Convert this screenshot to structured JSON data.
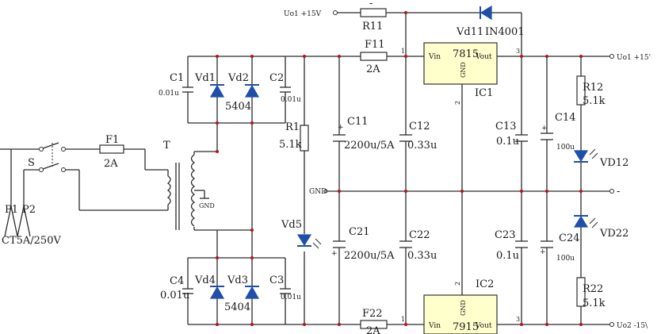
{
  "labels": {
    "uo1_in": "Uo1 +15V",
    "r11": "R11",
    "vd11": "Vd11",
    "vd11_part": "IN4001",
    "f11": "F11",
    "f11_val": "2A",
    "c1": "C1",
    "c1_val": "0.01u",
    "vd1": "Vd1",
    "vd2": "Vd2",
    "c2": "C2",
    "c2_val": "0.01u",
    "bridge_top": "5404",
    "r1": "R1",
    "r1_val": "5.1k",
    "c11": "C11",
    "c11_val": "2200u/5A",
    "c12": "C12",
    "c12_val": "0.33u",
    "ic1": "IC1",
    "ic1_name": "7815",
    "ic1_vin": "Vin",
    "ic1_vout": "Vout",
    "ic1_gnd": "GND",
    "c13": "C13",
    "c13_val": "0.1u",
    "c14": "C14",
    "c14_val": "100u",
    "r12": "R12",
    "r12_val": "5.1k",
    "vd12": "VD12",
    "out_top": "Uo1 +15'",
    "s": "S",
    "f1": "F1",
    "f1_val": "2A",
    "t": "T",
    "gnd_trafo": "GND",
    "p1": "P1",
    "p2": "P2",
    "plug": "CT5A/250V",
    "gnd_bus": "GND",
    "out_mid": "-",
    "vd5": "Vd5",
    "c21": "C21",
    "c21_val": "2200u/5A",
    "c22": "C22",
    "c22_val": "0.33u",
    "c23": "C23",
    "c23_val": "0.1u",
    "c24": "C24",
    "c24_val": "100u",
    "vd22": "VD22",
    "c4": "C4",
    "c4_val": "0.01u",
    "vd4": "Vd4",
    "vd3": "Vd3",
    "c3": "C3",
    "c3_val": "0.01u",
    "bridge_bot": "5404",
    "r22": "R22",
    "r22_val": "5.1k",
    "ic2": "IC2",
    "ic2_name": "7915",
    "ic2_vin": "Vin",
    "ic2_vout": "Vout",
    "ic2_gnd": "GND",
    "f22": "F22",
    "f22_val": "2A",
    "out_bot": "Uo2 -15\\",
    "pin1_a": "1",
    "pin3_a": "3",
    "pin2_a": "2",
    "pin1_b": "1",
    "pin3_b": "3",
    "pin2_b": "2",
    "minus": "-",
    "plus_c11": "+",
    "plus_c14": "+",
    "plus_c21": "+",
    "plus_c24": "+"
  },
  "colors": {
    "wire": "#2b2b2b",
    "diode": "#1f4fa8",
    "regulator_fill": "#ffffcc",
    "junction": "#b5121b"
  }
}
